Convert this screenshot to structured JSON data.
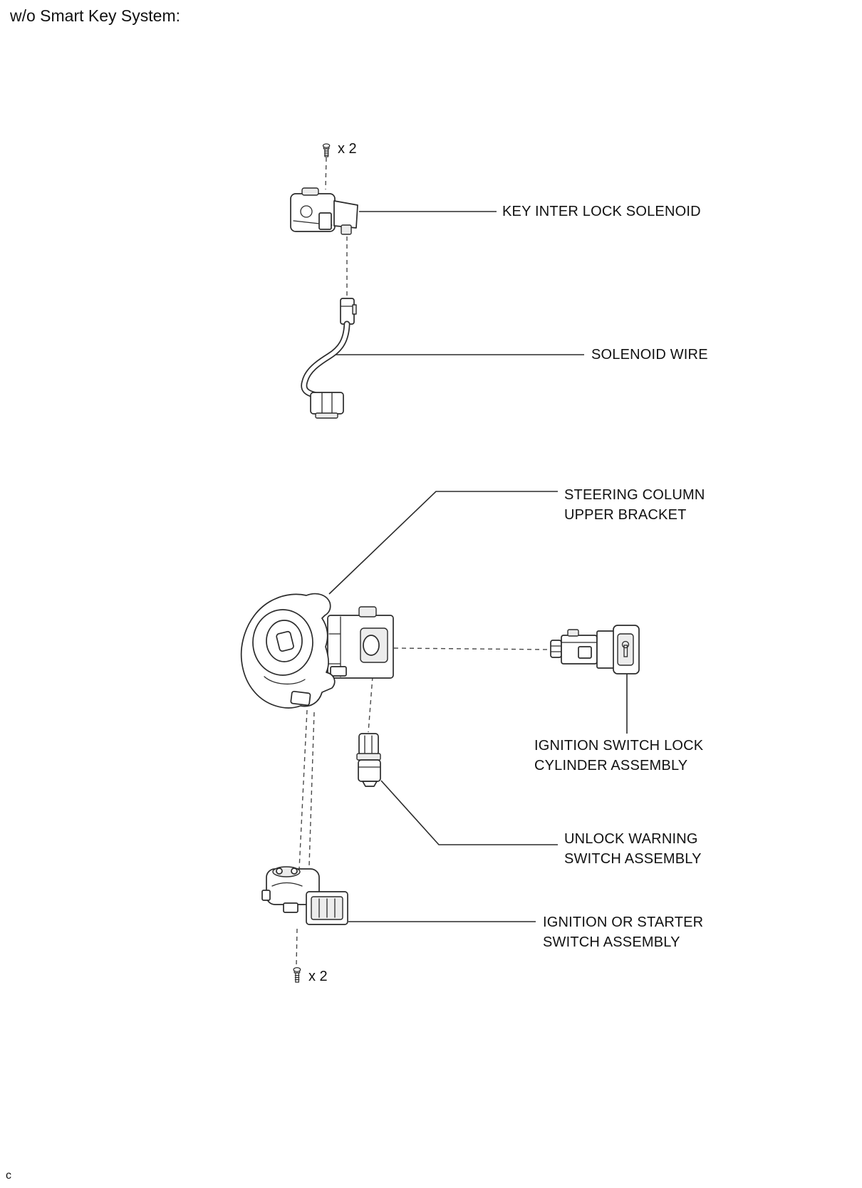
{
  "page": {
    "title": "w/o Smart Key System:",
    "corner_note": "c",
    "background_color": "#ffffff",
    "line_color": "#2b2b2b",
    "text_color": "#111111"
  },
  "diagram": {
    "type": "exploded-parts-diagram",
    "labels": {
      "key_inter_lock_solenoid": {
        "line1": "KEY INTER LOCK SOLENOID"
      },
      "solenoid_wire": {
        "line1": "SOLENOID WIRE"
      },
      "steering_column_upper_bracket": {
        "line1": "STEERING COLUMN",
        "line2": "UPPER BRACKET"
      },
      "ignition_switch_lock_cylinder": {
        "line1": "IGNITION SWITCH LOCK",
        "line2": "CYLINDER ASSEMBLY"
      },
      "unlock_warning_switch": {
        "line1": "UNLOCK WARNING",
        "line2": "SWITCH ASSEMBLY"
      },
      "ignition_or_starter_switch": {
        "line1": "IGNITION OR STARTER",
        "line2": "SWITCH ASSEMBLY"
      }
    },
    "fasteners": {
      "screw_top": {
        "qty": "x 2"
      },
      "screw_bottom": {
        "qty": "x 2"
      }
    }
  }
}
